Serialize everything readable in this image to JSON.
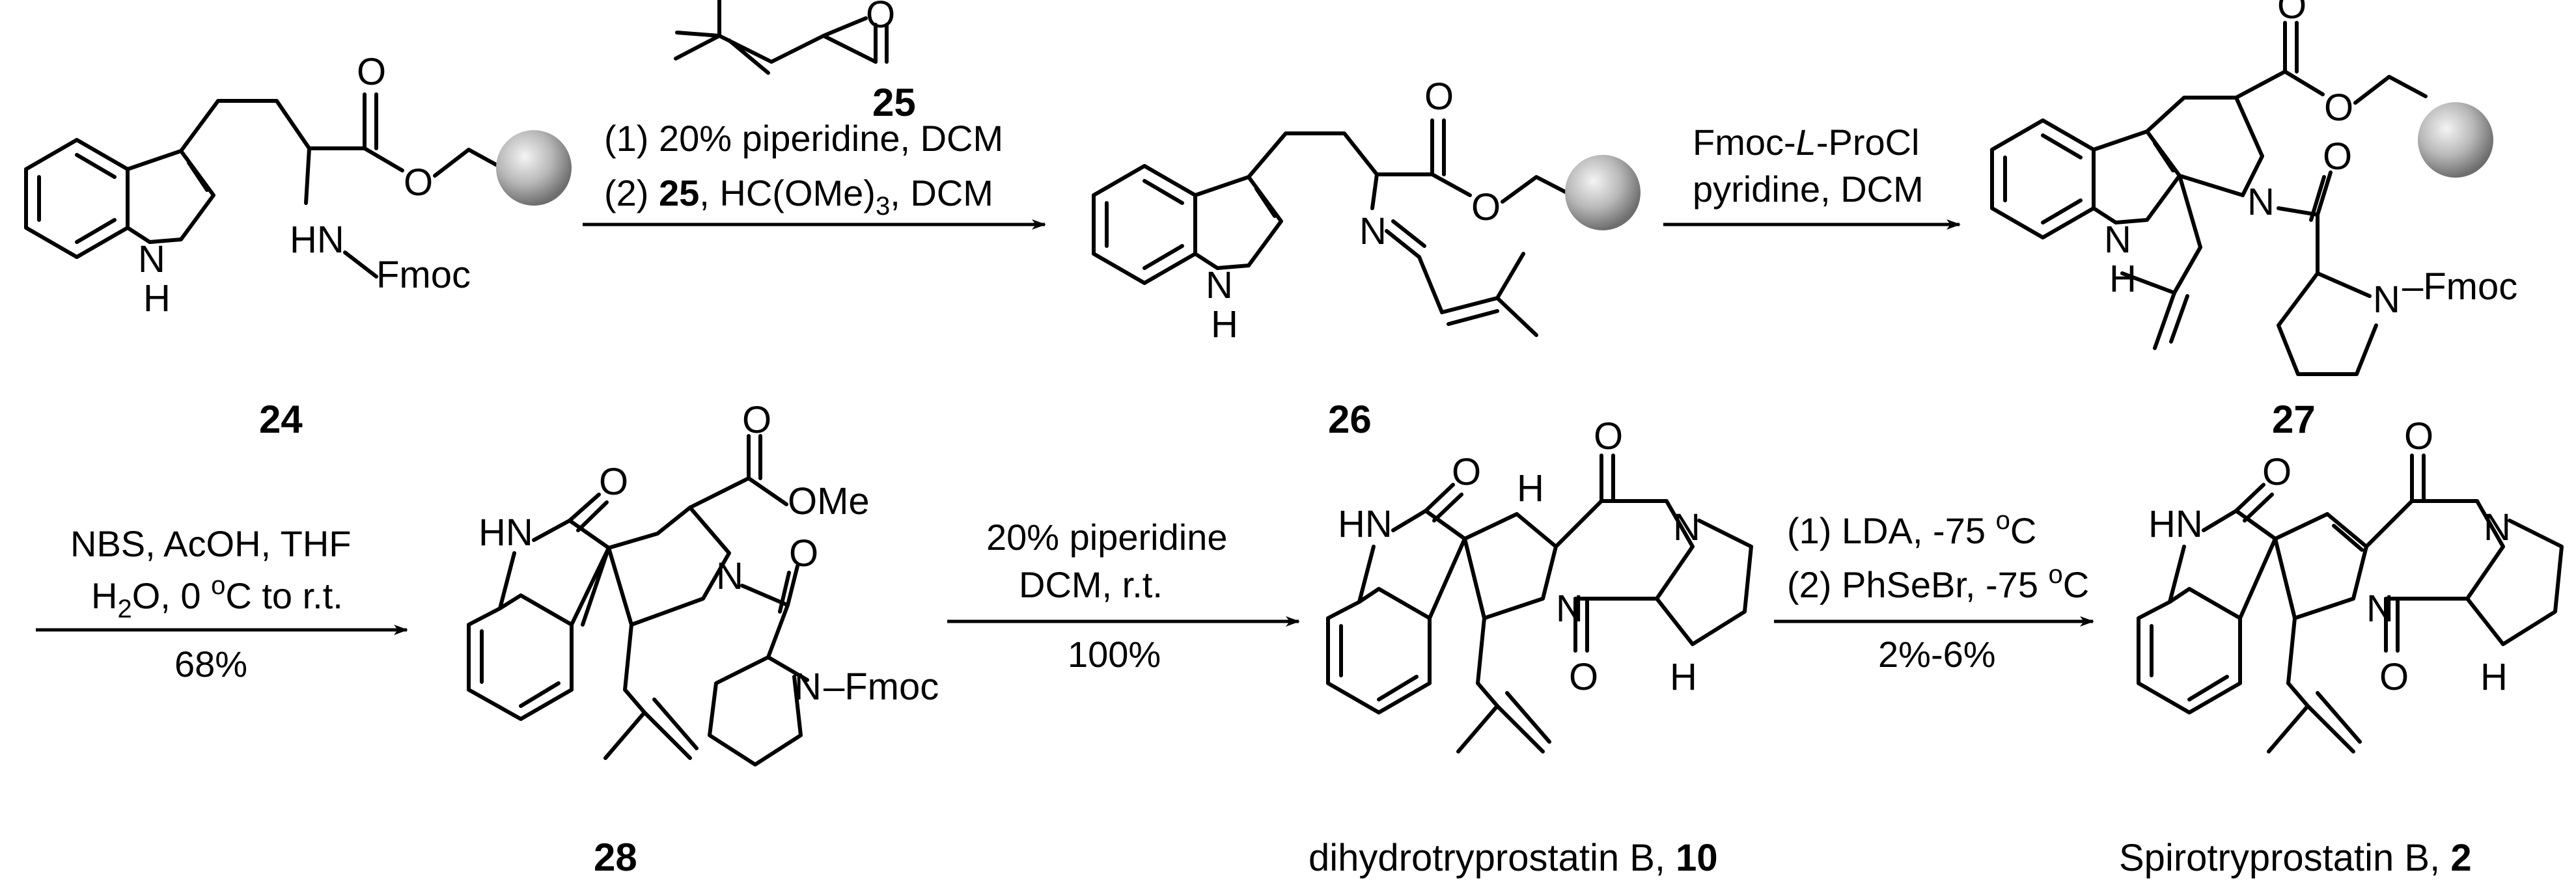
{
  "compounds": {
    "c24": "24",
    "c25": "25",
    "c26": "26",
    "c27": "27",
    "c28": "28",
    "c10_name": "dihydrotryprostatin B, ",
    "c10_num": "10",
    "c2_name": "Spirotryprostatin B, ",
    "c2_num": "2"
  },
  "atoms": {
    "O": "O",
    "N": "N",
    "H": "H",
    "HN": "HN",
    "NH_text": "N",
    "Fmoc": "Fmoc",
    "OMe": "OMe",
    "N_Fmoc": "N",
    "dash_Fmoc": "–Fmoc"
  },
  "step1": {
    "line1_pre": "(1) 20% piperidine, DCM",
    "line2_pre": "(2) ",
    "line2_bold": "25",
    "line2_mid": ", HC(OMe)",
    "line2_sub": "3",
    "line2_post": ", DCM"
  },
  "step2": {
    "line1_a": "Fmoc-",
    "line1_i": "L",
    "line1_b": "-ProCl",
    "line2": "pyridine, DCM"
  },
  "step3": {
    "line1": "NBS, AcOH, THF",
    "line2_a": "H",
    "line2_sub": "2",
    "line2_b": "O, 0 ",
    "line2_sup": "o",
    "line2_c": "C to r.t.",
    "line3": "68%"
  },
  "step4": {
    "line1": "20% piperidine",
    "line2": "DCM, r.t.",
    "line3": "100%"
  },
  "step5": {
    "line1_a": "(1) LDA, -75 ",
    "line1_sup": "o",
    "line1_b": "C",
    "line2_a": "(2) PhSeBr, -75 ",
    "line2_sup": "o",
    "line2_b": "C",
    "line3": "2%-6%"
  }
}
